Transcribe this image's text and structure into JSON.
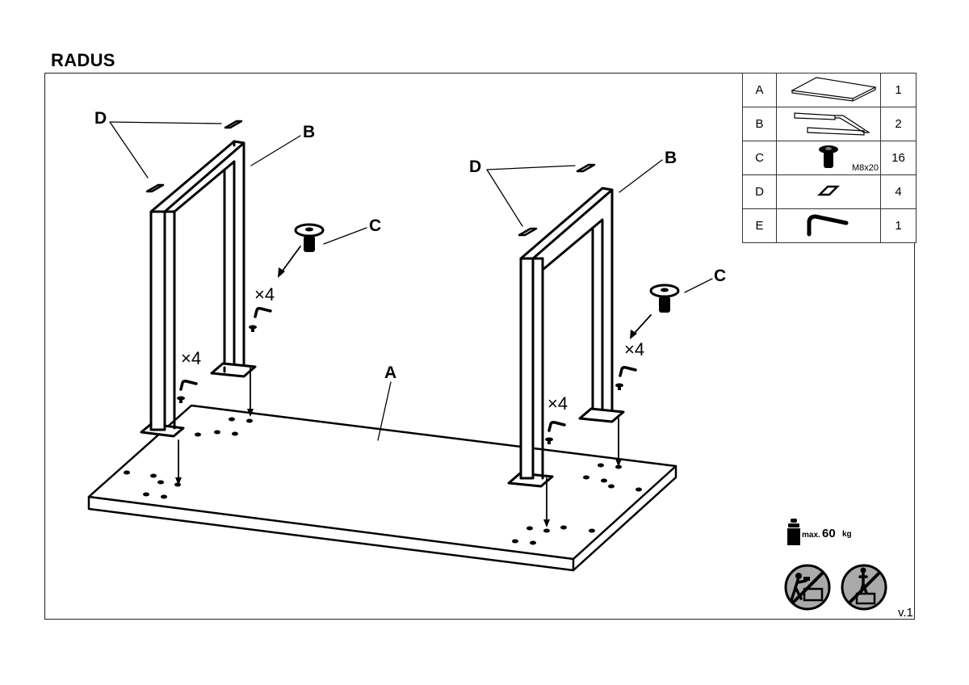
{
  "document": {
    "title": "RADUS",
    "version": "v.1"
  },
  "diagram": {
    "labels": {
      "a": "A",
      "b_left": "B",
      "b_right": "B",
      "c_left": "C",
      "c_right": "C",
      "d_left": "D",
      "d_right": "D"
    },
    "multipliers": [
      "×4",
      "×4",
      "×4",
      "×4"
    ],
    "icons": [
      "tabletop-panel",
      "leg-frame",
      "bolt-icon",
      "pad-icon",
      "allen-key-icon",
      "arrow-down-icon"
    ]
  },
  "parts_table": {
    "rows": [
      {
        "id": "A",
        "icon": "tabletop-icon",
        "spec": "",
        "qty": "1"
      },
      {
        "id": "B",
        "icon": "leg-frame-icon",
        "spec": "",
        "qty": "2"
      },
      {
        "id": "C",
        "icon": "bolt-icon",
        "spec": "M8x20",
        "qty": "16"
      },
      {
        "id": "D",
        "icon": "pad-icon",
        "spec": "",
        "qty": "4"
      },
      {
        "id": "E",
        "icon": "allen-key-icon",
        "spec": "",
        "qty": "1"
      }
    ]
  },
  "warnings": {
    "max_label": "max.",
    "max_value": "60",
    "max_unit": "kg",
    "icons": [
      "weight-icon",
      "no-climbing-icon",
      "no-standing-icon"
    ]
  }
}
